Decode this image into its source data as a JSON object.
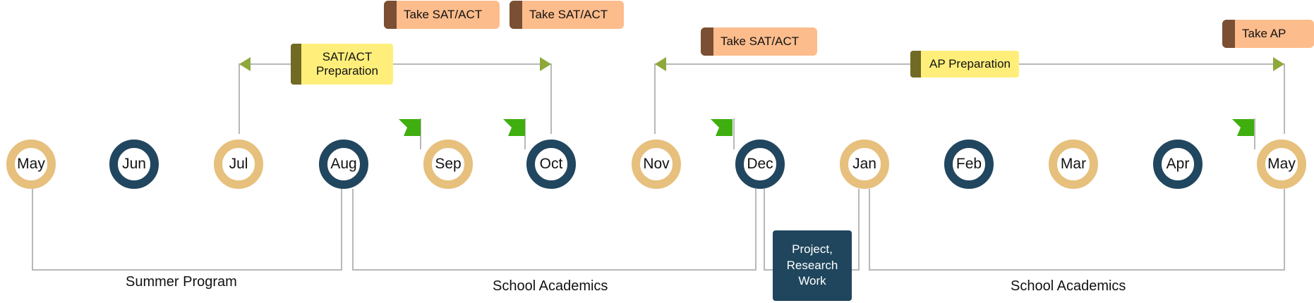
{
  "months": [
    "May",
    "Jun",
    "Jul",
    "Aug",
    "Sep",
    "Oct",
    "Nov",
    "Dec",
    "Jan",
    "Feb",
    "Mar",
    "Apr",
    "May"
  ],
  "tests": {
    "sat_act_1": "Take SAT/ACT",
    "sat_act_2": "Take SAT/ACT",
    "sat_act_3": "Take SAT/ACT",
    "ap": "Take AP"
  },
  "preparation": {
    "sat_act": "SAT/ACT\nPreparation",
    "ap": "AP Preparation"
  },
  "periods": {
    "summer": "Summer Program",
    "school_1": "School Academics",
    "school_2": "School Academics"
  },
  "project_box": "Project,\nResearch\nWork",
  "colors": {
    "month_ring_tan": "#e6c07c",
    "month_ring_navy": "#21465f",
    "test_tag": "#fdbc8c",
    "test_tag_cap": "#7a4f33",
    "prep_tag": "#ffef7a",
    "prep_tag_cap": "#706a25",
    "arrow": "#8ea83a",
    "flag": "#3fae0f",
    "connector": "#b8b8b8",
    "project_box": "#1f465d"
  }
}
